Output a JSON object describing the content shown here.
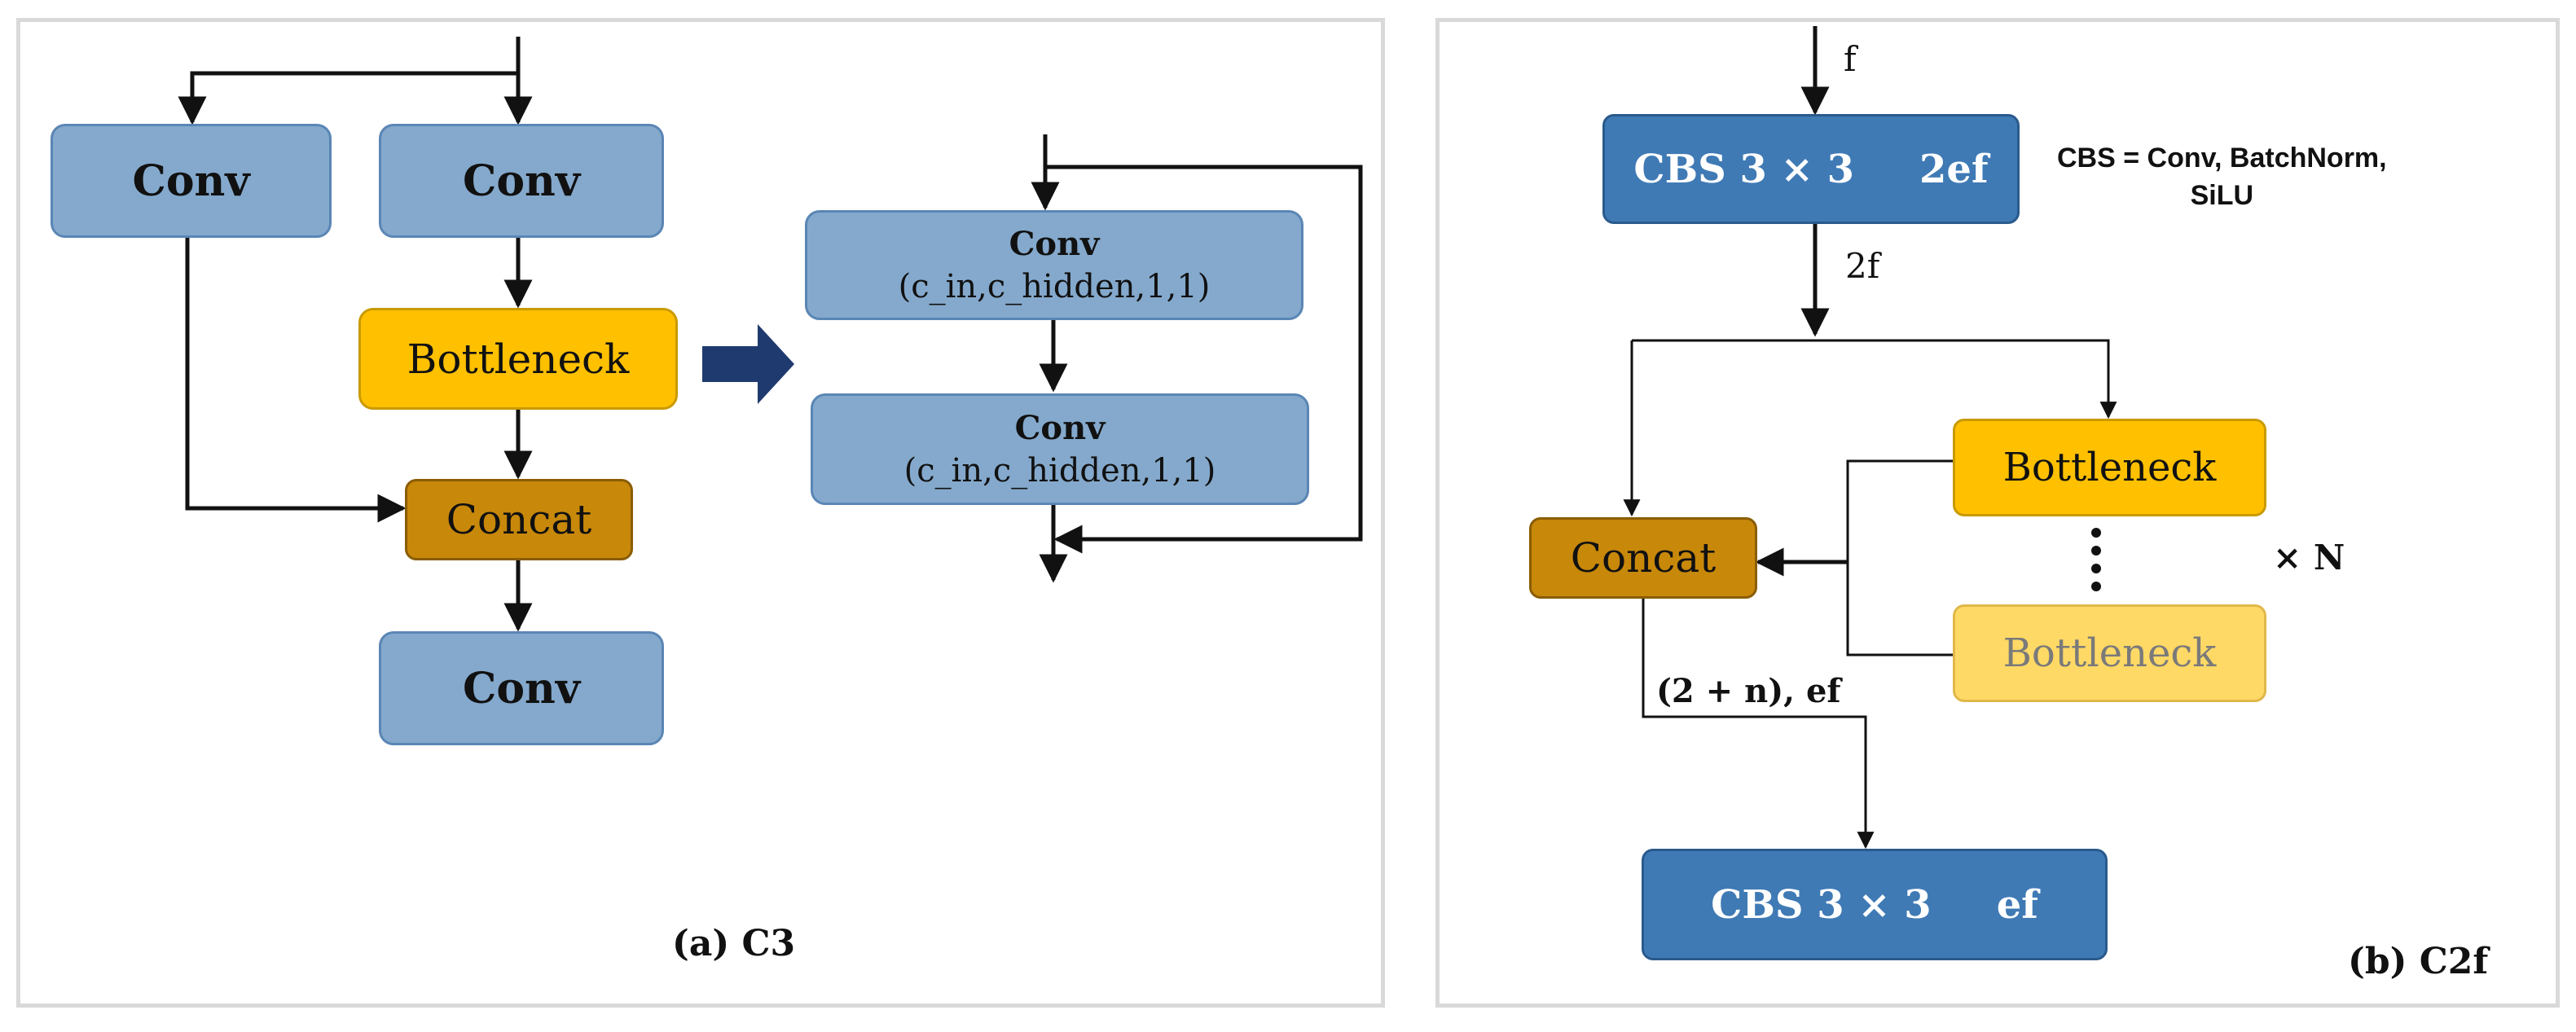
{
  "panel_a": {
    "caption": "(a) C3",
    "conv_left": "Conv",
    "conv_right": "Conv",
    "bottleneck": "Bottleneck",
    "concat": "Concat",
    "conv_bottom": "Conv",
    "detail": {
      "conv1_title": "Conv",
      "conv1_params": "(c_in,c_hidden,1,1)",
      "conv2_title": "Conv",
      "conv2_params": "(c_in,c_hidden,1,1)"
    }
  },
  "panel_b": {
    "caption": "(b) C2f",
    "input_label": "f",
    "cbs_top_name": "CBS 3 × 3",
    "cbs_top_channels": "2ef",
    "legend_line1": "CBS = Conv, BatchNorm,",
    "legend_line2": "SiLU",
    "split_label": "2f",
    "bottleneck_1": "Bottleneck",
    "bottleneck_n": "Bottleneck",
    "repeat_label": "× N",
    "concat": "Concat",
    "concat_out_label": "(2 + n), ef",
    "cbs_bottom_name": "CBS 3 × 3",
    "cbs_bottom_channels": "ef"
  },
  "colors": {
    "conv": "#84a9cc",
    "bottleneck": "#ffc000",
    "bottleneck_faded": "#ffd966",
    "concat": "#c8880a",
    "cbs": "#3f7ab5",
    "big_arrow": "#1f3a6e"
  }
}
